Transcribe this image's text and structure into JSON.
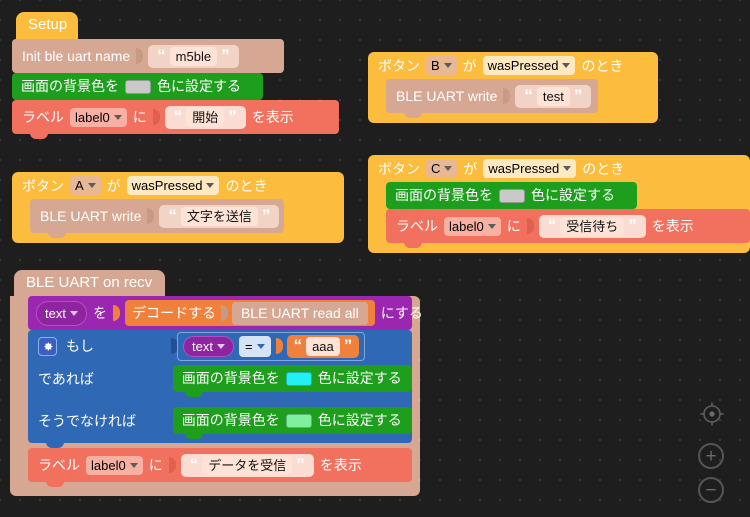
{
  "app": {
    "name": "uiflow-blockly-workspace",
    "canvas_bg": "#1e1e1e",
    "grid_dot_color": "#3a3a3a"
  },
  "blocks": {
    "setup": {
      "hat_label": "Setup",
      "init_ble": {
        "label": "Init ble uart name",
        "value": "m5ble",
        "open_quote": "“",
        "close_quote": "”"
      },
      "bg_color": {
        "prefix": "画面の背景色を",
        "suffix": "色に設定する",
        "swatch": "#c9c9c9"
      },
      "label_show": {
        "prefix": "ラベル",
        "target": "label0",
        "mid": "に",
        "value": "開始",
        "suffix": "を表示",
        "open_quote": "“",
        "close_quote": "”"
      }
    },
    "btn_a": {
      "prefix": "ボタン",
      "button": "A",
      "mid": "が",
      "event": "wasPressed",
      "suffix": "のとき",
      "write": {
        "label": "BLE UART write",
        "value": "文字を送信",
        "open_quote": "“",
        "close_quote": "”"
      }
    },
    "btn_b": {
      "prefix": "ボタン",
      "button": "B",
      "mid": "が",
      "event": "wasPressed",
      "suffix": "のとき",
      "write": {
        "label": "BLE UART write",
        "value": "test",
        "open_quote": "“",
        "close_quote": "”"
      }
    },
    "btn_c": {
      "prefix": "ボタン",
      "button": "C",
      "mid": "が",
      "event": "wasPressed",
      "suffix": "のとき",
      "bg_color": {
        "prefix": "画面の背景色を",
        "suffix": "色に設定する",
        "swatch": "#c9c9c9"
      },
      "label_show": {
        "prefix": "ラベル",
        "target": "label0",
        "mid": "に",
        "value": "受信待ち",
        "suffix": "を表示",
        "open_quote": "“",
        "close_quote": "”"
      }
    },
    "on_recv": {
      "hat_label": "BLE UART on recv",
      "set_var": {
        "variable": "text",
        "mid": "を",
        "decode_label": "デコードする",
        "read_label": "BLE UART read all",
        "suffix": "にする"
      },
      "if_block": {
        "gear_icon": "gear-icon",
        "if_label": "もし",
        "then_label": "であれば",
        "else_label": "そうでなければ",
        "condition": {
          "left_variable": "text",
          "operator": "=",
          "right_value": "aaa",
          "open_quote": "“",
          "close_quote": "”"
        },
        "then_stmt": {
          "prefix": "画面の背景色を",
          "suffix": "色に設定する",
          "swatch": "#23F0F0"
        },
        "else_stmt": {
          "prefix": "画面の背景色を",
          "suffix": "色に設定する",
          "swatch": "#7FEFA0"
        }
      },
      "label_show": {
        "prefix": "ラベル",
        "target": "label0",
        "mid": "に",
        "value": "データを受信",
        "suffix": "を表示",
        "open_quote": "“",
        "close_quote": "”"
      }
    }
  },
  "viewport_controls": {
    "center": "center-target-icon",
    "zoom_in": "+",
    "zoom_out": "−"
  }
}
